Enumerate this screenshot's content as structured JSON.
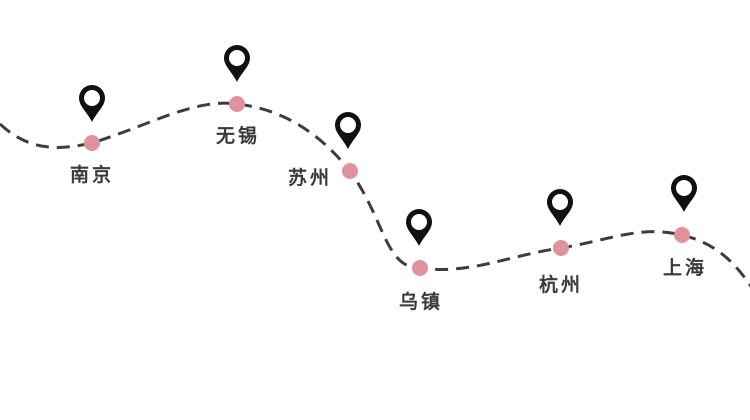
{
  "route": {
    "line_color": "#3d3d3d",
    "dot_color": "#e0929c",
    "pin_color": "#111111",
    "stops": [
      {
        "name": "南京"
      },
      {
        "name": "无锡"
      },
      {
        "name": "苏州"
      },
      {
        "name": "乌镇"
      },
      {
        "name": "杭州"
      },
      {
        "name": "上海"
      }
    ]
  }
}
